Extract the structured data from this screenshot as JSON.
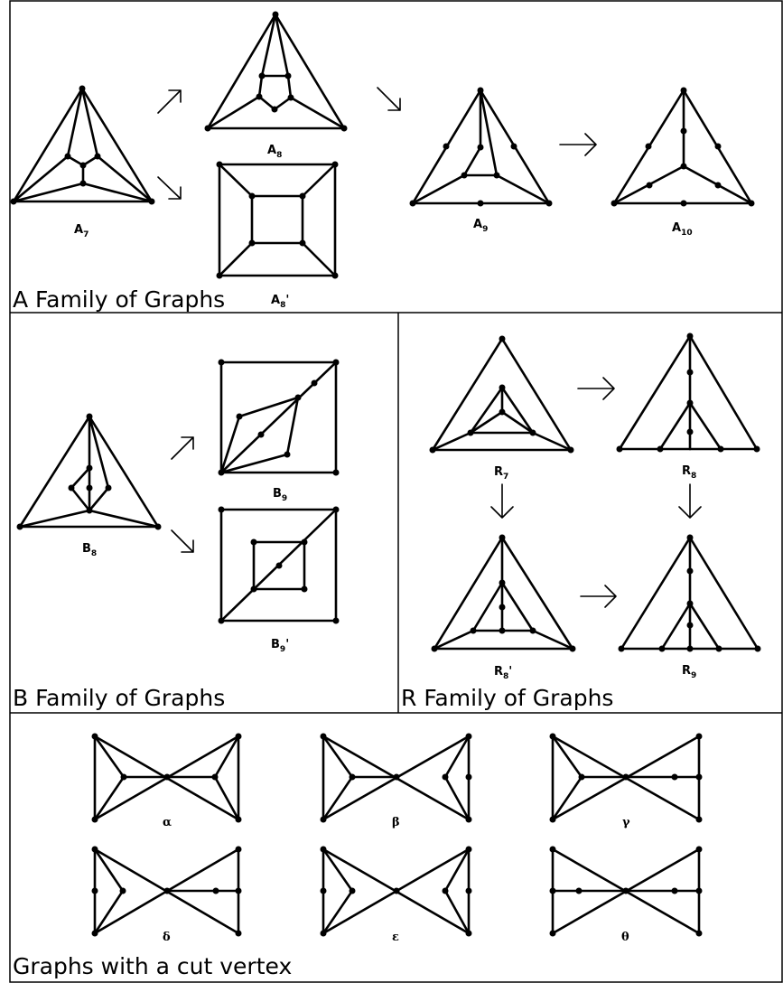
{
  "sections": {
    "a_family": {
      "title": "A Family of Graphs",
      "labels": {
        "a7": {
          "base": "A",
          "sub": "7",
          "prime": ""
        },
        "a8": {
          "base": "A",
          "sub": "8",
          "prime": ""
        },
        "a8p": {
          "base": "A",
          "sub": "8",
          "prime": "'"
        },
        "a9": {
          "base": "A",
          "sub": "9",
          "prime": ""
        },
        "a10": {
          "base": "A",
          "sub": "10",
          "prime": ""
        }
      }
    },
    "b_family": {
      "title": "B Family of Graphs",
      "labels": {
        "b8": {
          "base": "B",
          "sub": "8",
          "prime": ""
        },
        "b9": {
          "base": "B",
          "sub": "9",
          "prime": ""
        },
        "b9p": {
          "base": "B",
          "sub": "9",
          "prime": "'"
        }
      }
    },
    "r_family": {
      "title": "R Family of Graphs",
      "labels": {
        "r7": {
          "base": "R",
          "sub": "7",
          "prime": ""
        },
        "r8": {
          "base": "R",
          "sub": "8",
          "prime": ""
        },
        "r8p": {
          "base": "R",
          "sub": "8",
          "prime": "'"
        },
        "r9": {
          "base": "R",
          "sub": "9",
          "prime": ""
        }
      }
    },
    "cut_vertex": {
      "title": "Graphs with a cut vertex",
      "labels": {
        "alpha": "α",
        "beta": "β",
        "gamma": "γ",
        "delta": "δ",
        "epsilon": "ε",
        "theta": "θ"
      }
    }
  }
}
